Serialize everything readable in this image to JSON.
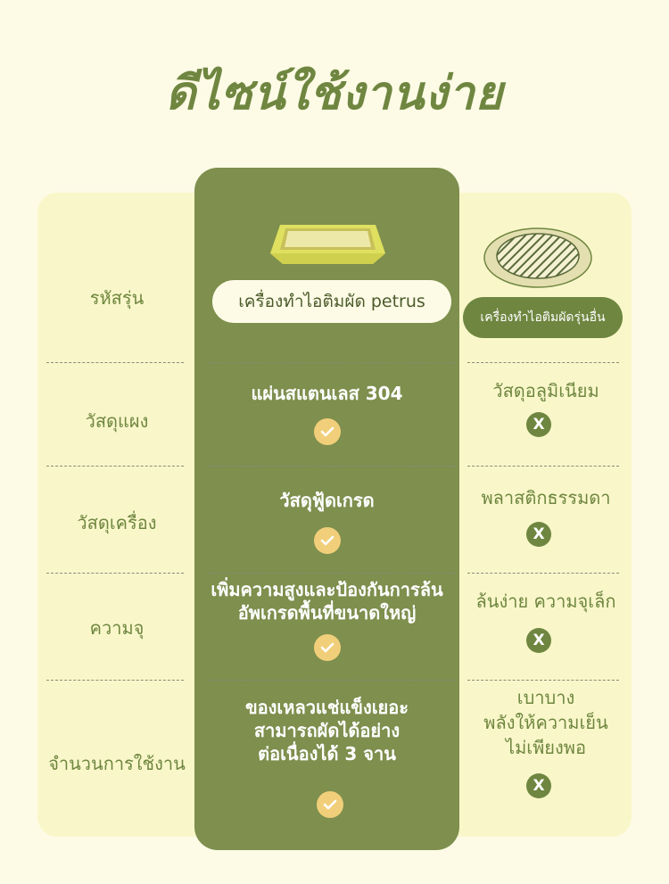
{
  "title": "ดีไซน์ใช้งานง่าย",
  "products": {
    "ours": "เครื่องทำไอติมผัด petrus",
    "other": "เครื่องทำไอติมผัดรุ่นอื่น"
  },
  "rows": [
    {
      "label": "รหัสรุ่น"
    },
    {
      "label": "วัสดุแผง",
      "ours": [
        "แผ่นสแตนเลส 304"
      ],
      "other": [
        "วัสดุอลูมิเนียม"
      ]
    },
    {
      "label": "วัสดุเครื่อง",
      "ours": [
        "วัสดุฟู้ดเกรด"
      ],
      "other": [
        "พลาสติกธรรมดา"
      ]
    },
    {
      "label": "ความจุ",
      "ours": [
        "เพิ่มความสูงและป้องกันการล้น",
        "อัพเกรดพื้นที่ขนาดใหญ่"
      ],
      "other": [
        "ล้นง่าย ความจุเล็ก"
      ]
    },
    {
      "label": "จำนวนการใช้งาน",
      "ours": [
        "ของเหลวแช่แข็งเยอะ",
        "สามารถผัดได้อย่าง",
        "ต่อเนื่องได้ 3 จาน"
      ],
      "other": [
        "เบาบาง",
        "พลังให้ความเย็น",
        "ไม่เพียงพอ"
      ]
    }
  ],
  "icons": {
    "check": "check-icon",
    "cross": "x-icon"
  },
  "cross_glyph": "X",
  "colors": {
    "olive": "#7e8f4e",
    "dark_olive": "#6f8640",
    "cream": "#fdfbe6",
    "panel": "#f9f7c9",
    "check": "#f1cf7a"
  }
}
